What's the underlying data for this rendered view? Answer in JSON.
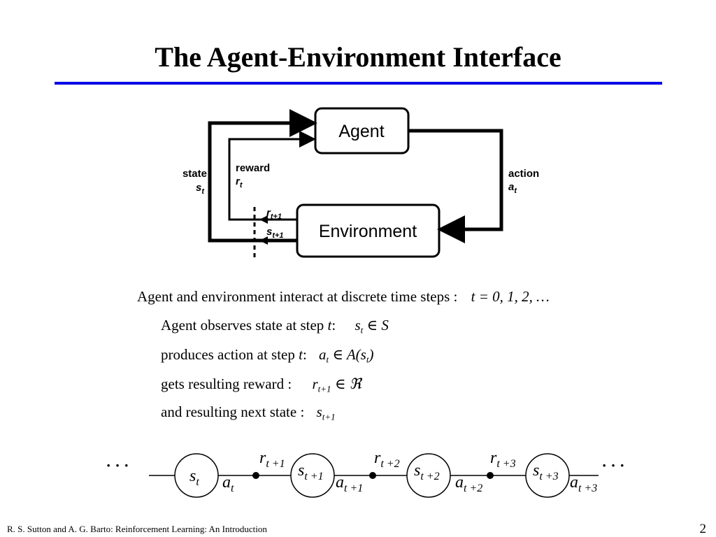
{
  "title": "The Agent-Environment Interface",
  "diagram": {
    "agent_label": "Agent",
    "environment_label": "Environment",
    "state_label": "state",
    "state_symbol": "s",
    "state_sub": "t",
    "reward_label": "reward",
    "reward_symbol": "r",
    "reward_sub": "t",
    "action_label": "action",
    "action_symbol": "a",
    "action_sub": "t",
    "next_reward_symbol": "r",
    "next_reward_sub": "t+1",
    "next_state_symbol": "s",
    "next_state_sub": "t+1"
  },
  "body": {
    "line1_text": "Agent and environment interact at discrete time steps :",
    "line1_math": "t = 0, 1, 2, …",
    "line2_text": "Agent observes state at step",
    "line2_var": "t",
    "line2_colon": ":",
    "line2_math_var": "s",
    "line2_math_sub": "t",
    "line2_math_rest": "∈ S",
    "line3_text": "produces action at step",
    "line3_var": "t",
    "line3_colon": ":",
    "line3_math_var": "a",
    "line3_math_sub": "t",
    "line3_math_rest": "∈ A(s",
    "line3_math_sub2": "t",
    "line3_math_close": ")",
    "line4_text": "gets resulting reward :",
    "line4_math_var": "r",
    "line4_math_sub": "t+1",
    "line4_math_rest": "∈ ℜ",
    "line5_text": "and resulting next state :",
    "line5_math_var": "s",
    "line5_math_sub": "t+1"
  },
  "sequence": {
    "ellipsis_left": "· · ·",
    "ellipsis_right": "· · ·",
    "states": [
      {
        "var": "s",
        "sub": "t"
      },
      {
        "var": "s",
        "sub": "t +1"
      },
      {
        "var": "s",
        "sub": "t +2"
      },
      {
        "var": "s",
        "sub": "t +3"
      }
    ],
    "actions": [
      {
        "var": "a",
        "sub": "t"
      },
      {
        "var": "a",
        "sub": "t +1"
      },
      {
        "var": "a",
        "sub": "t +2"
      },
      {
        "var": "a",
        "sub": "t +3"
      }
    ],
    "rewards": [
      {
        "var": "r",
        "sub": "t +1"
      },
      {
        "var": "r",
        "sub": "t +2"
      },
      {
        "var": "r",
        "sub": "t +3"
      }
    ]
  },
  "footer": {
    "citation": "R. S. Sutton and A. G. Barto: Reinforcement Learning: An Introduction",
    "page_number": "2"
  },
  "colors": {
    "title_rule": "#0000e6"
  }
}
